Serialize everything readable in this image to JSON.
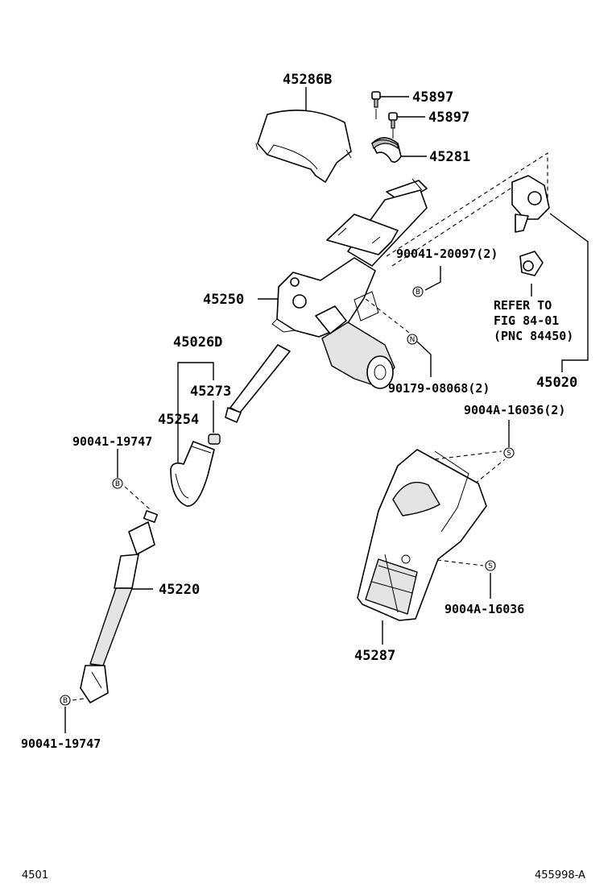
{
  "labels": {
    "p45286B": "45286B",
    "p45897a": "45897",
    "p45897b": "45897",
    "p45281": "45281",
    "p90041_20097": "90041-20097(2)",
    "p45250": "45250",
    "refer1": "REFER TO",
    "refer2": "FIG 84-01",
    "refer3": "(PNC 84450)",
    "p45020": "45020",
    "p45026D": "45026D",
    "p45273": "45273",
    "p45254": "45254",
    "p90179": "90179-08068(2)",
    "p90041_19747a": "90041-19747",
    "p9004A_2": "9004A-16036(2)",
    "p45220": "45220",
    "p9004A": "9004A-16036",
    "p45287": "45287",
    "p90041_19747b": "90041-19747"
  },
  "symbols": {
    "b": "B",
    "n": "N",
    "s": "S"
  },
  "footer": {
    "left": "4501",
    "right": "455998-A"
  }
}
